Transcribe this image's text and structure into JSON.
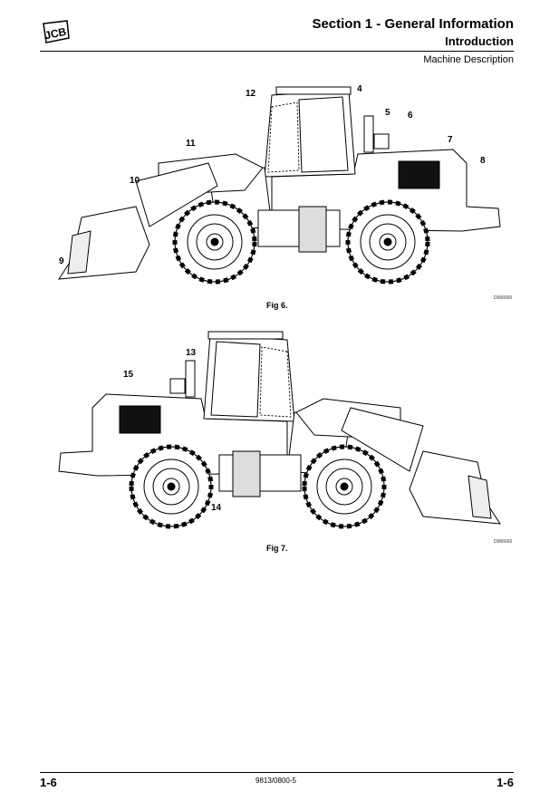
{
  "header": {
    "logo_text": "JCB",
    "section_title": "Section 1 - General Information",
    "subsection_title": "Introduction",
    "topic": "Machine Description"
  },
  "figures": [
    {
      "caption": "Fig 6.",
      "drawing_code": "D066660",
      "callouts": [
        "12",
        "4",
        "5",
        "6",
        "7",
        "8",
        "11",
        "10",
        "9"
      ]
    },
    {
      "caption": "Fig 7.",
      "drawing_code": "D066660",
      "callouts": [
        "13",
        "15",
        "14"
      ]
    }
  ],
  "footer": {
    "page_left": "1-6",
    "doc_number": "9813/0800-5",
    "page_right": "1-6"
  }
}
